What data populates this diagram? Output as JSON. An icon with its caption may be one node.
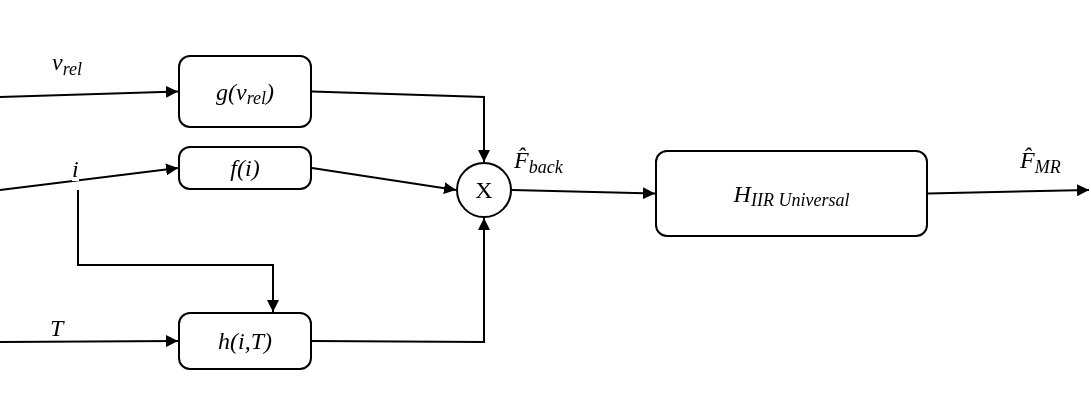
{
  "diagram": {
    "nodes": [
      {
        "text": [
          "g(v$_{rel}$)"
        ]
      },
      {
        "text": [
          "f(i)"
        ]
      },
      {
        "text": [
          "h(i,T)"
        ]
      },
      {
        "text": [
          "X"
        ]
      },
      {
        "text": [
          "H$_{IIR Universal}$"
        ]
      }
    ],
    "edges": [
      {
        "from": null,
        "to": 0,
        "arrow": "to",
        "label": "v$_{rel}$"
      },
      {
        "from": null,
        "to": 1,
        "arrow": "to",
        "label": "i"
      },
      {
        "from": null,
        "to": 2,
        "arrow": "to"
      },
      {
        "from": null,
        "to": 2,
        "arrow": "to",
        "label": "T"
      },
      {
        "from": 0,
        "to": 3,
        "arrow": "to"
      },
      {
        "from": 1,
        "to": 3,
        "arrow": "to"
      },
      {
        "from": 2,
        "to": 3,
        "arrow": "to"
      },
      {
        "from": 3,
        "to": 4,
        "arrow": "to",
        "label": "F̂$_{back}$"
      },
      {
        "from": 4,
        "to": null,
        "arrow": "to",
        "label": "F̂$_{MR}$"
      }
    ]
  }
}
